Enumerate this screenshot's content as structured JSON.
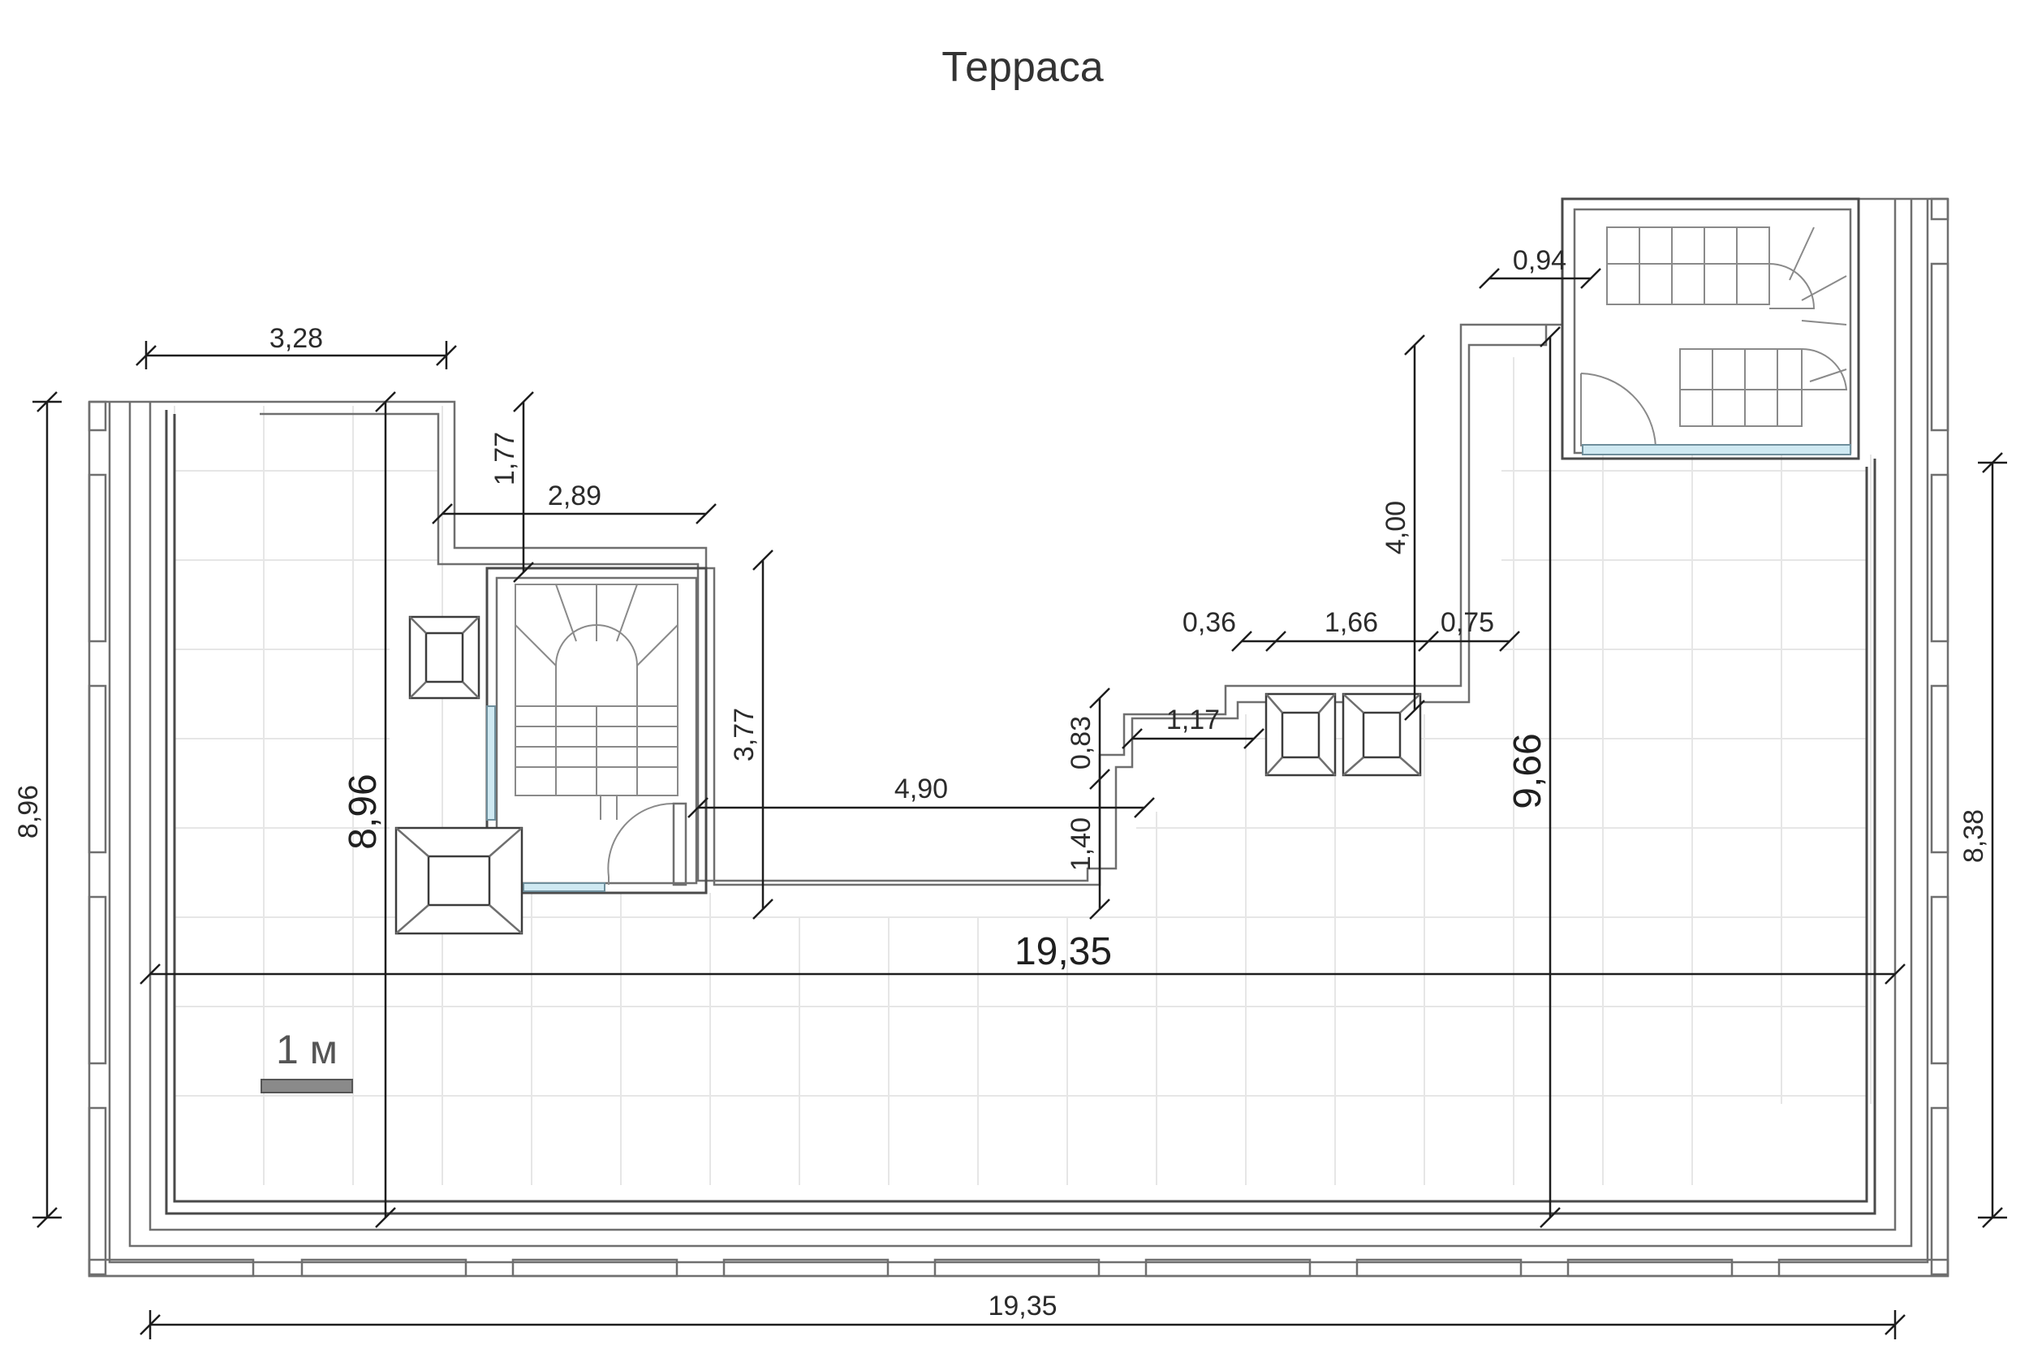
{
  "title": "Терраса",
  "scale": {
    "label": "1 м",
    "bar_color": "#8a8a8a"
  },
  "dimensions": {
    "left_top_width": "3,28",
    "left_stair_gap": "1,77",
    "left_stair_width": "2,89",
    "left_stair_depth": "3,77",
    "center_width": "4,90",
    "step_upper": "0,83",
    "step_lower": "1,40",
    "step_width": "1,17",
    "right_offset_a": "0,36",
    "right_offset_b": "1,66",
    "right_offset_c": "0,75",
    "right_height": "4,00",
    "right_stair_offset": "0,94",
    "left_height_inner": "8,96",
    "right_height_inner": "9,66",
    "total_width_inner": "19,35",
    "left_height_outer": "8,96",
    "right_height_outer": "8,38",
    "total_width_outer": "19,35"
  },
  "colors": {
    "line": "#1d1d1d",
    "wall": "#6f6f6f",
    "glass": "#cfe9f2",
    "grid": "#e6e6e6"
  }
}
